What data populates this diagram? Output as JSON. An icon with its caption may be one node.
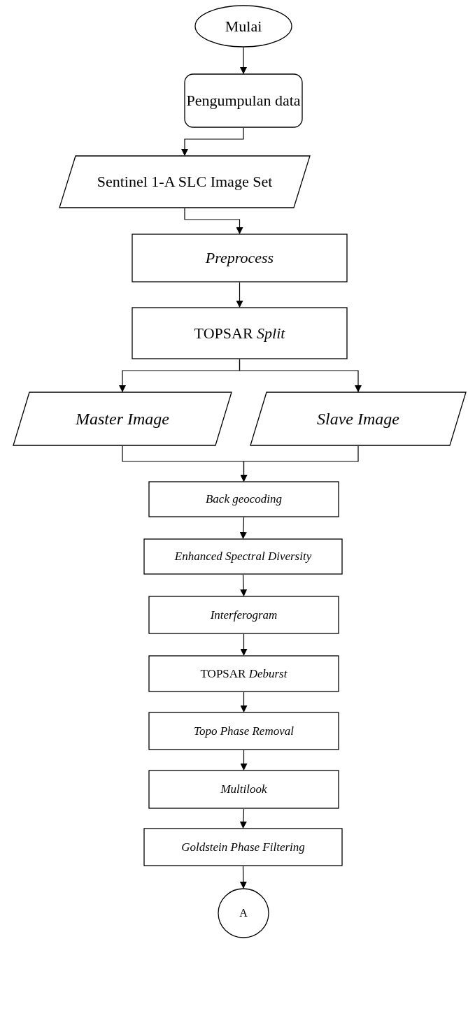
{
  "diagram": {
    "nodes": [
      {
        "text": [
          "Mulai"
        ]
      },
      {
        "text": [
          "Pengumpulan data"
        ]
      },
      {
        "text": [
          "Sentinel 1-A SLC Image Set"
        ]
      },
      {
        "text": [
          "Preprocess"
        ]
      },
      {
        "text": [
          "TOPSAR *Split*"
        ]
      },
      {
        "text": [
          "Master Image"
        ]
      },
      {
        "text": [
          "Slave Image"
        ]
      },
      {
        "text": [
          "Back geocoding"
        ]
      },
      {
        "text": [
          "Enhanced Spectral Diversity"
        ]
      },
      {
        "text": [
          "Interferogram"
        ]
      },
      {
        "text": [
          "TOPSAR *Deburst*"
        ]
      },
      {
        "text": [
          "Topo Phase Removal"
        ]
      },
      {
        "text": [
          "Multilook"
        ]
      },
      {
        "text": [
          "Goldstein Phase Filtering"
        ]
      },
      {
        "text": [
          "A"
        ]
      }
    ],
    "edges": [
      {
        "from": 0,
        "to": 1,
        "arrow": "to"
      },
      {
        "from": 1,
        "to": 2,
        "arrow": "to"
      },
      {
        "from": 2,
        "to": 3,
        "arrow": "to"
      },
      {
        "from": 3,
        "to": 4,
        "arrow": "to"
      },
      {
        "from": 4,
        "to": 5,
        "arrow": "to"
      },
      {
        "from": 4,
        "to": 6,
        "arrow": "to"
      },
      {
        "from": 5,
        "to": 7,
        "arrow": "to"
      },
      {
        "from": 6,
        "to": 7,
        "arrow": "to"
      },
      {
        "from": 7,
        "to": 8,
        "arrow": "to"
      },
      {
        "from": 8,
        "to": 9,
        "arrow": "to"
      },
      {
        "from": 9,
        "to": 10,
        "arrow": "to"
      },
      {
        "from": 10,
        "to": 11,
        "arrow": "to"
      },
      {
        "from": 11,
        "to": 12,
        "arrow": "to"
      },
      {
        "from": 12,
        "to": 13,
        "arrow": "to"
      },
      {
        "from": 13,
        "to": 14,
        "arrow": "to"
      }
    ]
  }
}
